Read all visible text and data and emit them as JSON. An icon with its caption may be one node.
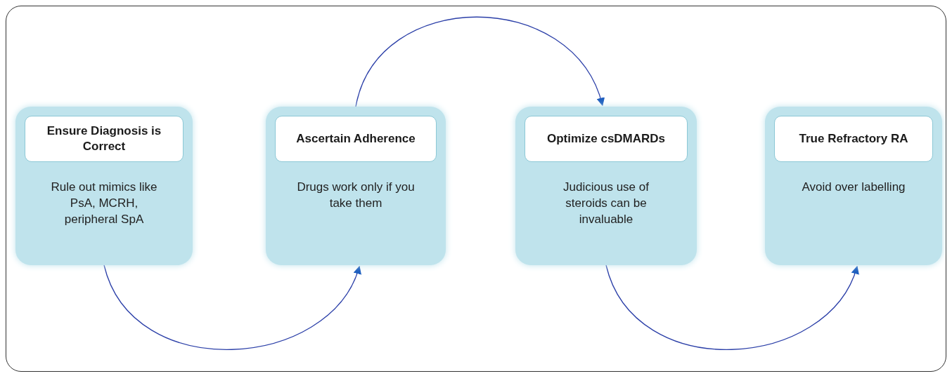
{
  "diagram": {
    "nodes": [
      {
        "text": [
          "Ensure Diagnosis is Correct",
          "Rule out mimics like PsA, MCRH, peripheral SpA"
        ]
      },
      {
        "text": [
          "Ascertain Adherence",
          "Drugs work only if you take them"
        ]
      },
      {
        "text": [
          "Optimize csDMARDs",
          "Judicious use of steroids can be invaluable"
        ]
      },
      {
        "text": [
          "True Refractory RA",
          "Avoid over labelling"
        ]
      }
    ],
    "edges": [
      {
        "from": 0,
        "to": 1,
        "arrow": "to"
      },
      {
        "from": 1,
        "to": 2,
        "arrow": "to"
      },
      {
        "from": 2,
        "to": 3,
        "arrow": "to"
      }
    ]
  }
}
